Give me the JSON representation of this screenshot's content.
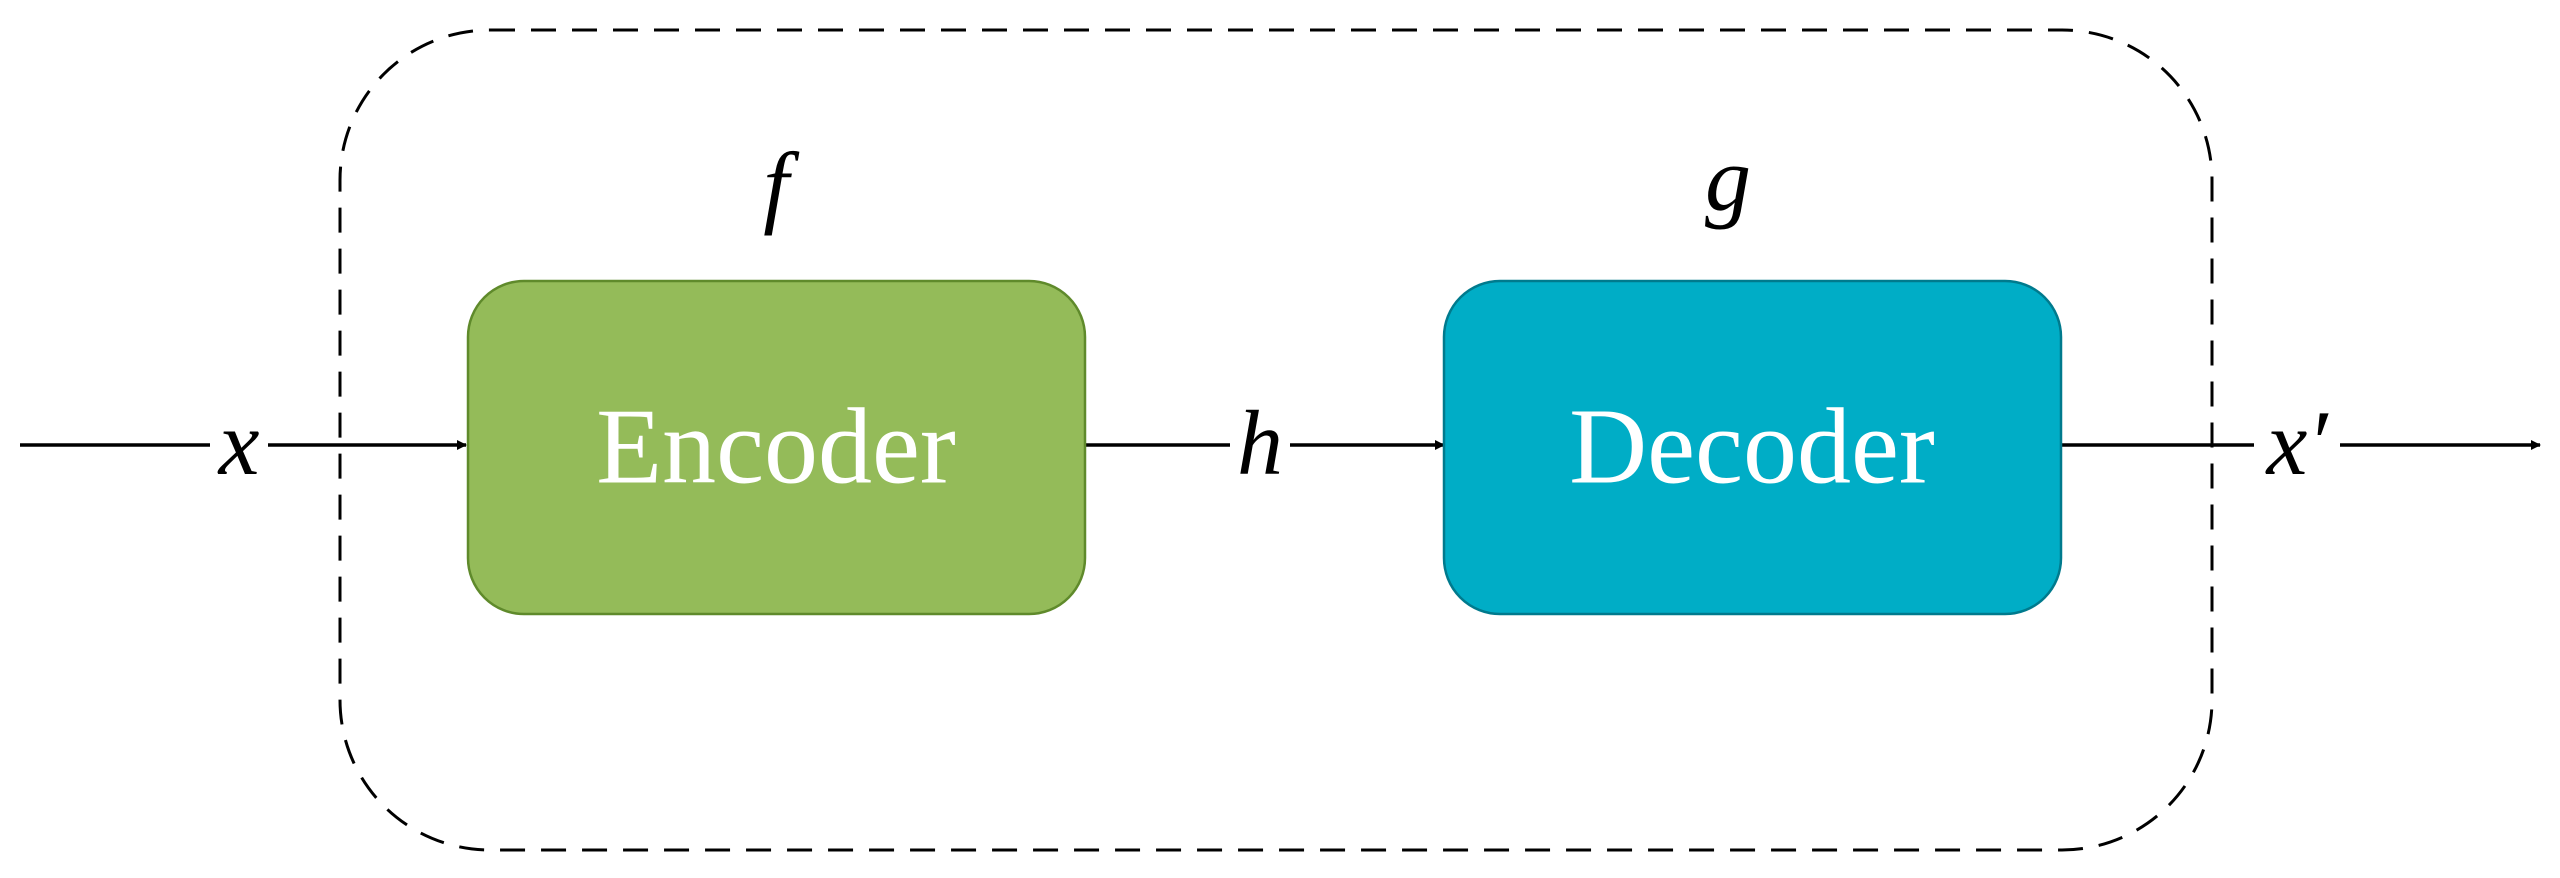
{
  "diagram": {
    "function_labels": {
      "encoder_function": "f",
      "decoder_function": "g"
    },
    "blocks": {
      "encoder": {
        "label": "Encoder",
        "fill_color": "#94bb59",
        "stroke_color": "#5f8a2b"
      },
      "decoder": {
        "label": "Decoder",
        "fill_color": "#00adc6",
        "stroke_color": "#007a8d"
      }
    },
    "signals": {
      "input": "x",
      "latent": "h",
      "output": "x′"
    },
    "container": {
      "style": "dashed",
      "stroke_color": "#000000"
    }
  }
}
